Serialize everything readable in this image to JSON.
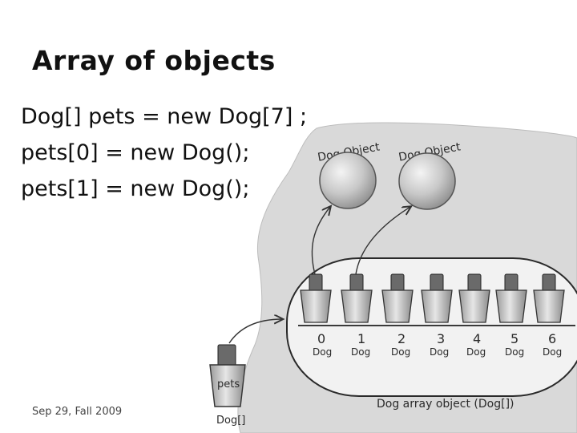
{
  "slide": {
    "title": "Array of objects",
    "code": [
      "Dog[] pets = new Dog[7] ;",
      "pets[0] = new Dog();",
      "pets[1] = new Dog();"
    ],
    "footer": "Sep 29, Fall 2009"
  },
  "illustration": {
    "objects": [
      {
        "label": "Dog Object"
      },
      {
        "label": "Dog Object"
      }
    ],
    "array_indices": [
      "0",
      "1",
      "2",
      "3",
      "4",
      "5",
      "6"
    ],
    "array_element_type": "Dog",
    "array_caption": "Dog array object (Dog[])",
    "variable_name": "pets",
    "variable_type": "Dog[]"
  },
  "colors": {
    "background": "#ffffff",
    "heap_blob": "#d9d9d9",
    "object_sphere": "#bdbdbd",
    "array_panel": "#f2f2f2"
  }
}
